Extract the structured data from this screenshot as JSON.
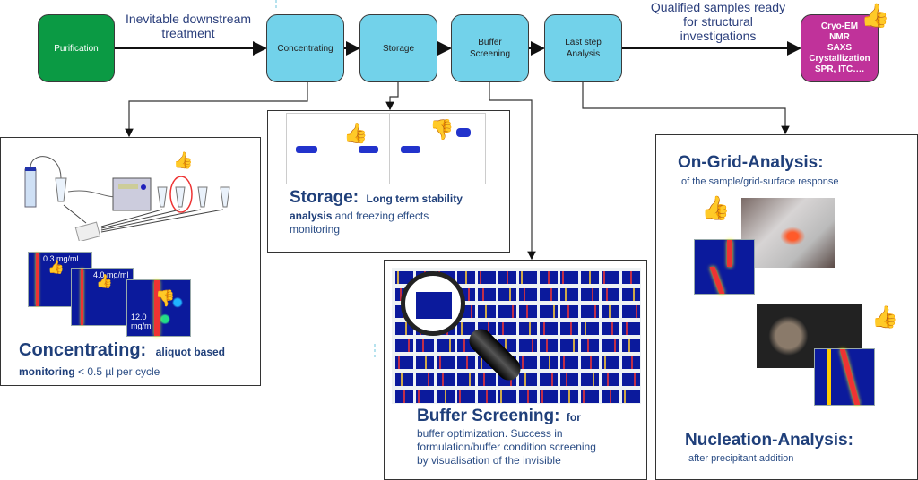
{
  "flow": {
    "nodes": [
      {
        "id": "purification",
        "label": "Purification",
        "color": "#0b9a44"
      },
      {
        "id": "concentrating",
        "label": "Concentrating",
        "color": "#72d2ea"
      },
      {
        "id": "storage",
        "label": "Storage",
        "color": "#72d2ea"
      },
      {
        "id": "buffer-screening",
        "label": "Buffer\nScreening",
        "color": "#72d2ea"
      },
      {
        "id": "last-step-analysis",
        "label": "Last step\nAnalysis",
        "color": "#72d2ea"
      },
      {
        "id": "structural-methods",
        "label": "Cryo-EM\nNMR\nSAXS\nCrystallization\nSPR, ITC….",
        "color": "#c0329a"
      }
    ],
    "label_downstream": "Inevitable downstream\ntreatment",
    "label_qualified": "Qualified samples ready\nfor structural\ninvestigations"
  },
  "panels": {
    "concentrating": {
      "title": "Concentrating:",
      "subtitle_bold": "aliquot based",
      "line2_bold": "monitoring",
      "line2_rest": " < 0.5 µl per cycle",
      "heatmap_labels": [
        "0.3 mg/ml",
        "4.0 mg/ml",
        "12.0\nmg/ml"
      ]
    },
    "storage": {
      "title": "Storage:",
      "subtitle_bold": "Long term stability",
      "line2_bold": "analysis",
      "line2_rest": " and freezing effects",
      "line3": "monitoring"
    },
    "buffer": {
      "title": "Buffer Screening:",
      "subtitle_bold": "for",
      "body": "buffer optimization. Success in\nformulation/buffer condition screening\nby visualisation  of the invisible"
    },
    "analysis": {
      "ongrid_title": "On-Grid-Analysis:",
      "ongrid_sub": "of the sample/grid-surface response",
      "nucleation_title": "Nucleation-Analysis:",
      "nucleation_sub": "after precipitant addition"
    }
  },
  "icons": {
    "thumbs_up": "👍",
    "thumbs_down": "👎"
  }
}
